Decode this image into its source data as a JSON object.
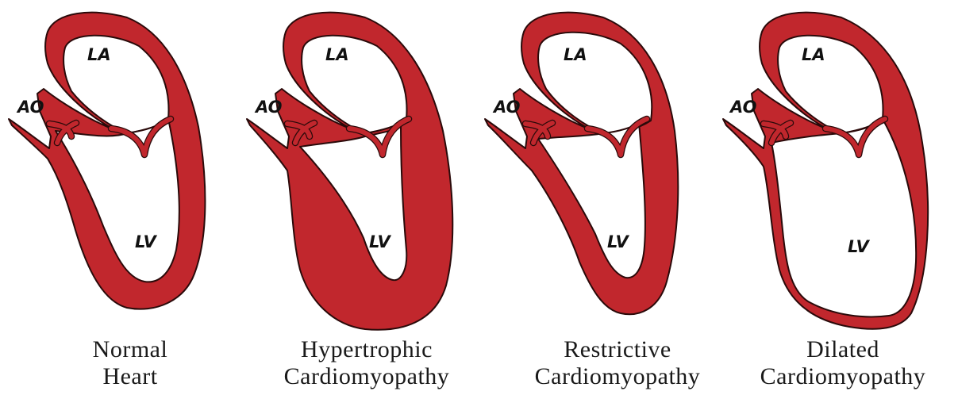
{
  "panels": [
    {
      "title_line1": "Normal",
      "title_line2": "Heart",
      "la": "LA",
      "lv": "LV",
      "ao": "AO"
    },
    {
      "title_line1": "Hypertrophic",
      "title_line2": "Cardiomyopathy",
      "la": "LA",
      "lv": "LV",
      "ao": "AO"
    },
    {
      "title_line1": "Restrictive",
      "title_line2": "Cardiomyopathy",
      "la": "LA",
      "lv": "LV",
      "ao": "AO"
    },
    {
      "title_line1": "Dilated",
      "title_line2": "Cardiomyopathy",
      "la": "LA",
      "lv": "LV",
      "ao": "AO"
    }
  ],
  "colors": {
    "myocardium": "#c1272d",
    "outline": "#2a0a0a",
    "background": "#ffffff",
    "text": "#1a1a1a"
  }
}
